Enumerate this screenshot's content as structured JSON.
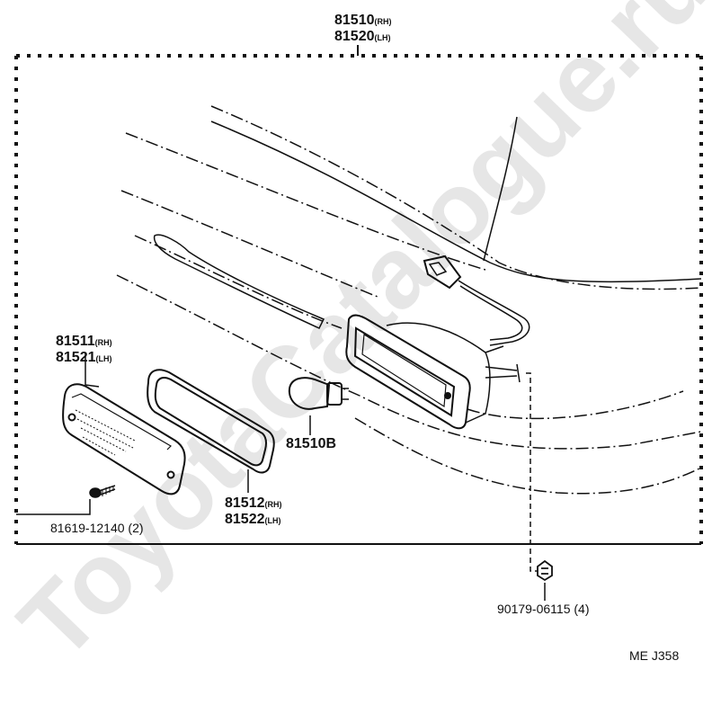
{
  "watermark": "ToyotaCatalogue.ru",
  "labels": {
    "assembly_top": {
      "num_rh": "81510",
      "suffix_rh": "(RH)",
      "num_lh": "81520",
      "suffix_lh": "(LH)"
    },
    "lens": {
      "num_rh": "81511",
      "suffix_rh": "(RH)",
      "num_lh": "81521",
      "suffix_lh": "(LH)"
    },
    "gasket": {
      "num_rh": "81512",
      "suffix_rh": "(RH)",
      "num_lh": "81522",
      "suffix_lh": "(LH)"
    },
    "bulb": "81510B",
    "screw": "81619-12140 (2)",
    "nut": "90179-06115 (4)",
    "diagram_code": "ME J358"
  }
}
